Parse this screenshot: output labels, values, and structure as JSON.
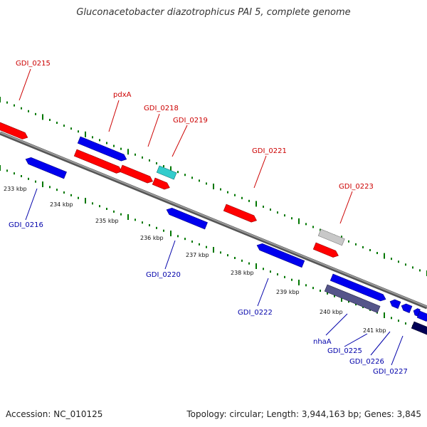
{
  "title": "Gluconacetobacter diazotrophicus PAI 5, complete genome",
  "footer": {
    "accession": "Accession: NC_010125",
    "info": "Topology: circular; Length: 3,944,163 bp; Genes: 3,845"
  },
  "colors": {
    "forward": "#ff0000",
    "reverse": "#0000ee",
    "fwd_blue": "#0000ee",
    "cyan": "#33cccc",
    "gray": "#c8c8c8",
    "purple": "#55558a",
    "navy": "#000055",
    "backbone": "#888888",
    "ticks": "#007700",
    "label_red": "#cc0000",
    "label_blue": "#0000aa"
  },
  "ticks": [
    "233 kbp",
    "234 kbp",
    "235 kbp",
    "236 kbp",
    "237 kbp",
    "238 kbp",
    "239 kbp",
    "240 kbp",
    "241 kbp"
  ],
  "genes": [
    {
      "label": "GDI_0215",
      "color": "forward"
    },
    {
      "label": "",
      "color": "reverse"
    },
    {
      "label": "pdxA",
      "color": "fwd_blue"
    },
    {
      "label": "",
      "color": "forward"
    },
    {
      "label": "GDI_0218",
      "color": "forward"
    },
    {
      "label": "GDI_0219",
      "color": "forward"
    },
    {
      "label": "",
      "color": "cyan"
    },
    {
      "label": "GDI_0221",
      "color": "forward"
    },
    {
      "label": "GDI_0223",
      "color": "forward"
    },
    {
      "label": "",
      "color": "gray"
    },
    {
      "label": "GDI_0216",
      "color": "reverse"
    },
    {
      "label": "GDI_0220",
      "color": "reverse"
    },
    {
      "label": "GDI_0222",
      "color": "reverse"
    },
    {
      "label": "",
      "color": "fwd_blue"
    },
    {
      "label": "nhaA",
      "color": "purple"
    },
    {
      "label": "GDI_0225",
      "color": "reverse"
    },
    {
      "label": "GDI_0226",
      "color": "reverse"
    },
    {
      "label": "GDI_0227",
      "color": "navy"
    }
  ]
}
